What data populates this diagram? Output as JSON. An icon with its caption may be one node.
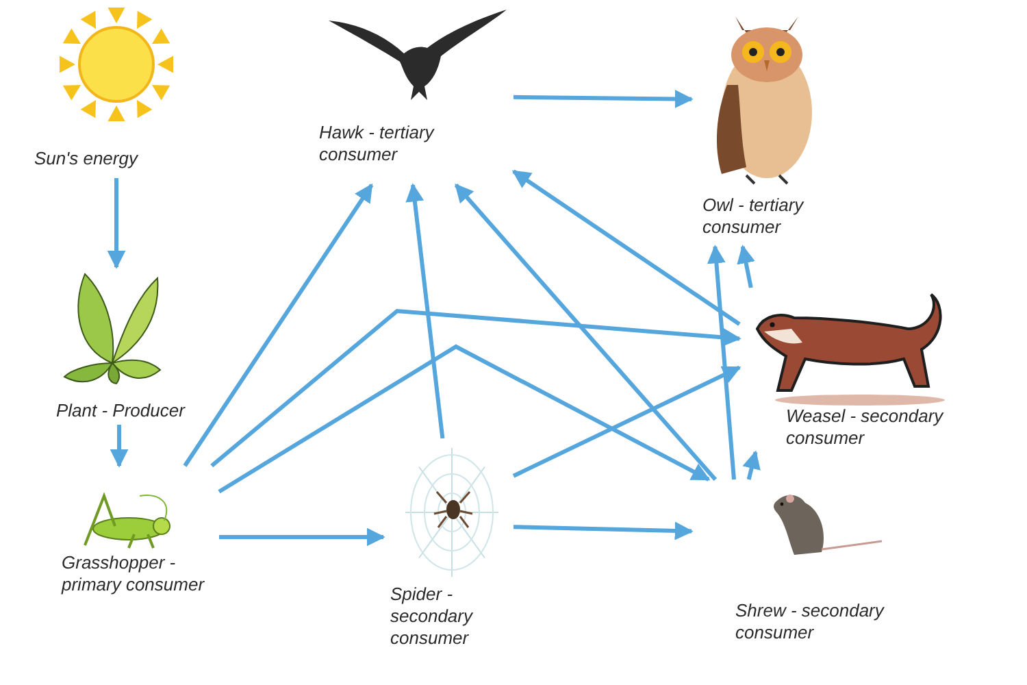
{
  "diagram": {
    "nodes": [
      {
        "text": [
          "Sun's energy"
        ]
      },
      {
        "text": [
          "Hawk - tertiary consumer"
        ]
      },
      {
        "text": [
          "Owl - tertiary consumer"
        ]
      },
      {
        "text": [
          "Plant - Producer"
        ]
      },
      {
        "text": [
          "Weasel - secondary consumer"
        ]
      },
      {
        "text": [
          "Grasshopper - primary consumer"
        ]
      },
      {
        "text": [
          "Spider - secondary consumer"
        ]
      },
      {
        "text": [
          "Shrew - secondary consumer"
        ]
      }
    ],
    "edges": [
      {
        "from": 0,
        "to": 3,
        "arrow": "to"
      },
      {
        "from": 3,
        "to": 5,
        "arrow": "to"
      },
      {
        "from": 1,
        "to": 2,
        "arrow": "to"
      },
      {
        "from": 5,
        "to": 1,
        "arrow": "to"
      },
      {
        "from": 5,
        "to": 4,
        "arrow": "to"
      },
      {
        "from": 5,
        "to": 7,
        "arrow": "to"
      },
      {
        "from": 5,
        "to": 6,
        "arrow": "to"
      },
      {
        "from": 6,
        "to": 1,
        "arrow": "to"
      },
      {
        "from": 6,
        "to": 4,
        "arrow": "to"
      },
      {
        "from": 6,
        "to": 7,
        "arrow": "to"
      },
      {
        "from": 4,
        "to": 1,
        "arrow": "to"
      },
      {
        "from": 7,
        "to": 1,
        "arrow": "to"
      },
      {
        "from": 7,
        "to": 2,
        "arrow": "to"
      },
      {
        "from": 7,
        "to": 4,
        "arrow": "to"
      },
      {
        "from": 4,
        "to": 2,
        "arrow": "to"
      }
    ]
  }
}
